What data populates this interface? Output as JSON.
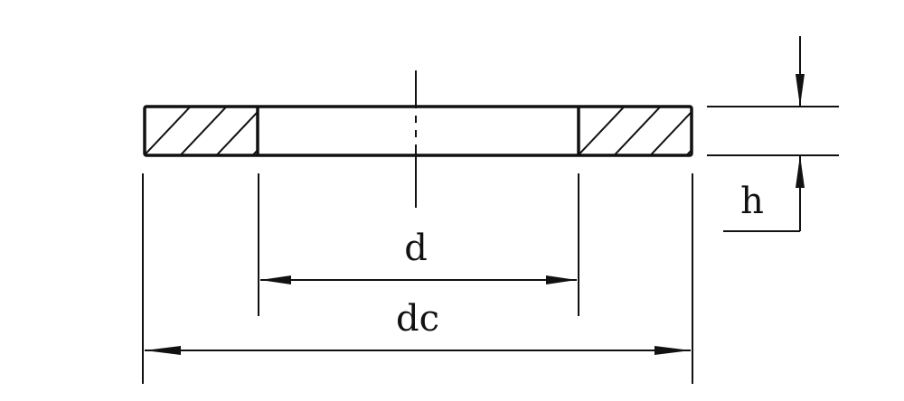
{
  "colors": {
    "line": "#111111",
    "background": "#ffffff"
  },
  "labels": {
    "inner_diameter": "d",
    "outer_diameter": "dc",
    "thickness": "h"
  }
}
